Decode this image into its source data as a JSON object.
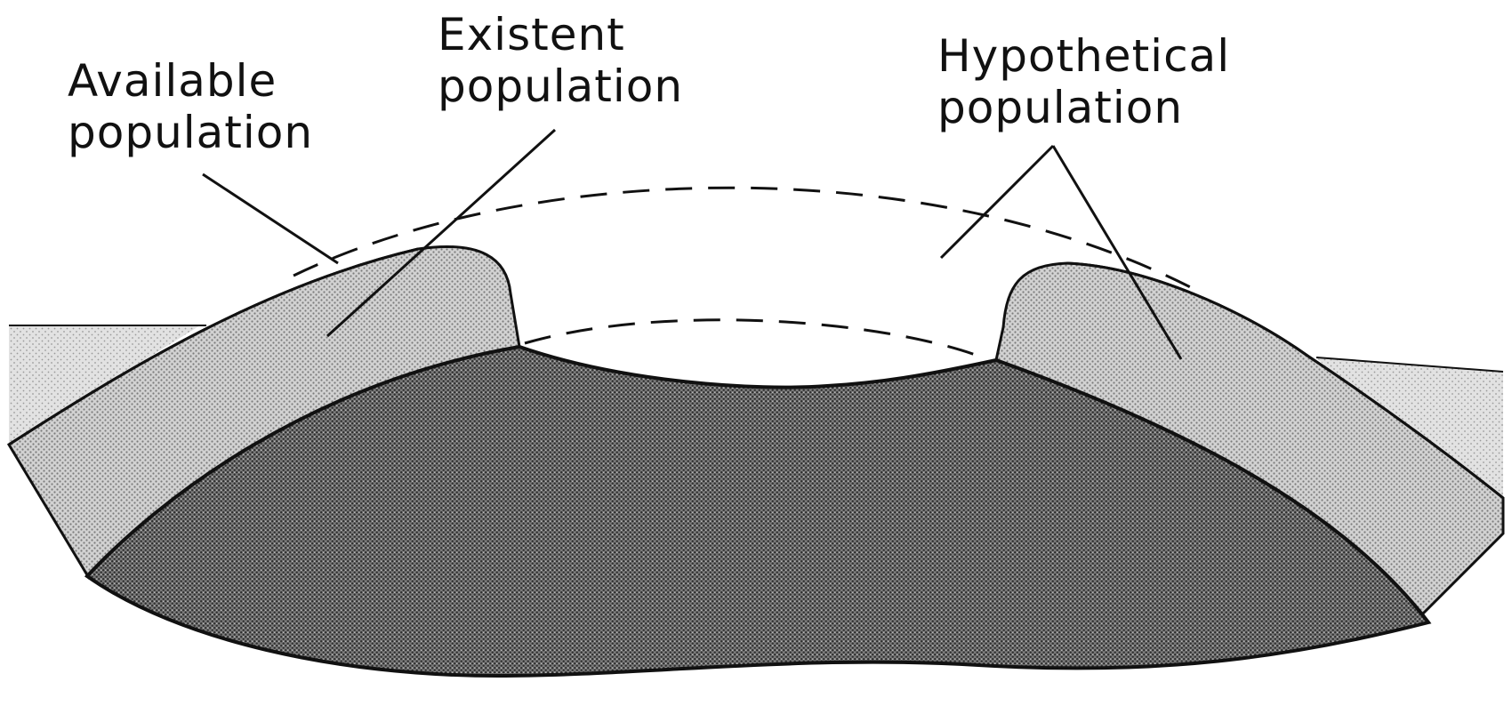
{
  "labels": {
    "available": {
      "line1": "Available",
      "line2": "population"
    },
    "existent": {
      "line1": "Existent",
      "line2": "population"
    },
    "hypothetical": {
      "line1": "Hypothetical",
      "line2": "population"
    }
  },
  "colors": {
    "outline": "#111111",
    "light_stipple": "#c9c9c9",
    "light_stipple_dots": "#8a8a8a",
    "dark_stipple": "#6e6e6e",
    "dark_stipple_dots": "#3a3a3a",
    "background": "#ffffff"
  }
}
